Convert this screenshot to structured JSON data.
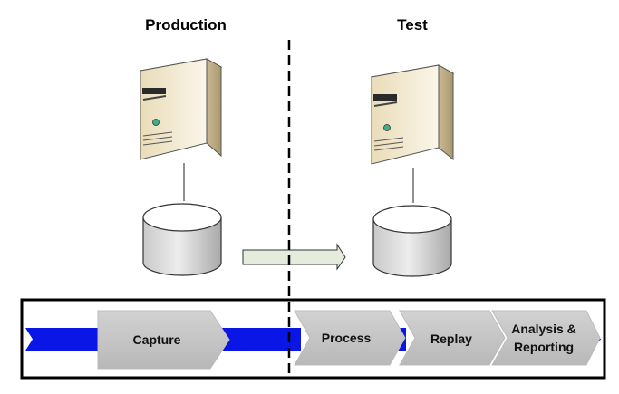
{
  "environments": {
    "production": {
      "title": "Production"
    },
    "test": {
      "title": "Test"
    }
  },
  "pipeline": {
    "stages": [
      {
        "label": "Capture"
      },
      {
        "label": "Process"
      },
      {
        "label": "Replay"
      },
      {
        "label_line1": "Analysis &",
        "label_line2": "Reporting"
      }
    ]
  },
  "icons": {
    "server": "server-icon",
    "database": "database-icon",
    "transfer": "arrow-right-icon"
  },
  "colors": {
    "flow_blue": "#0a16e6",
    "stage_gray": "#c6c6c6",
    "server_beige": "#efe4c6",
    "transfer_fill": "#e6ecdc",
    "frame": "#000000"
  }
}
